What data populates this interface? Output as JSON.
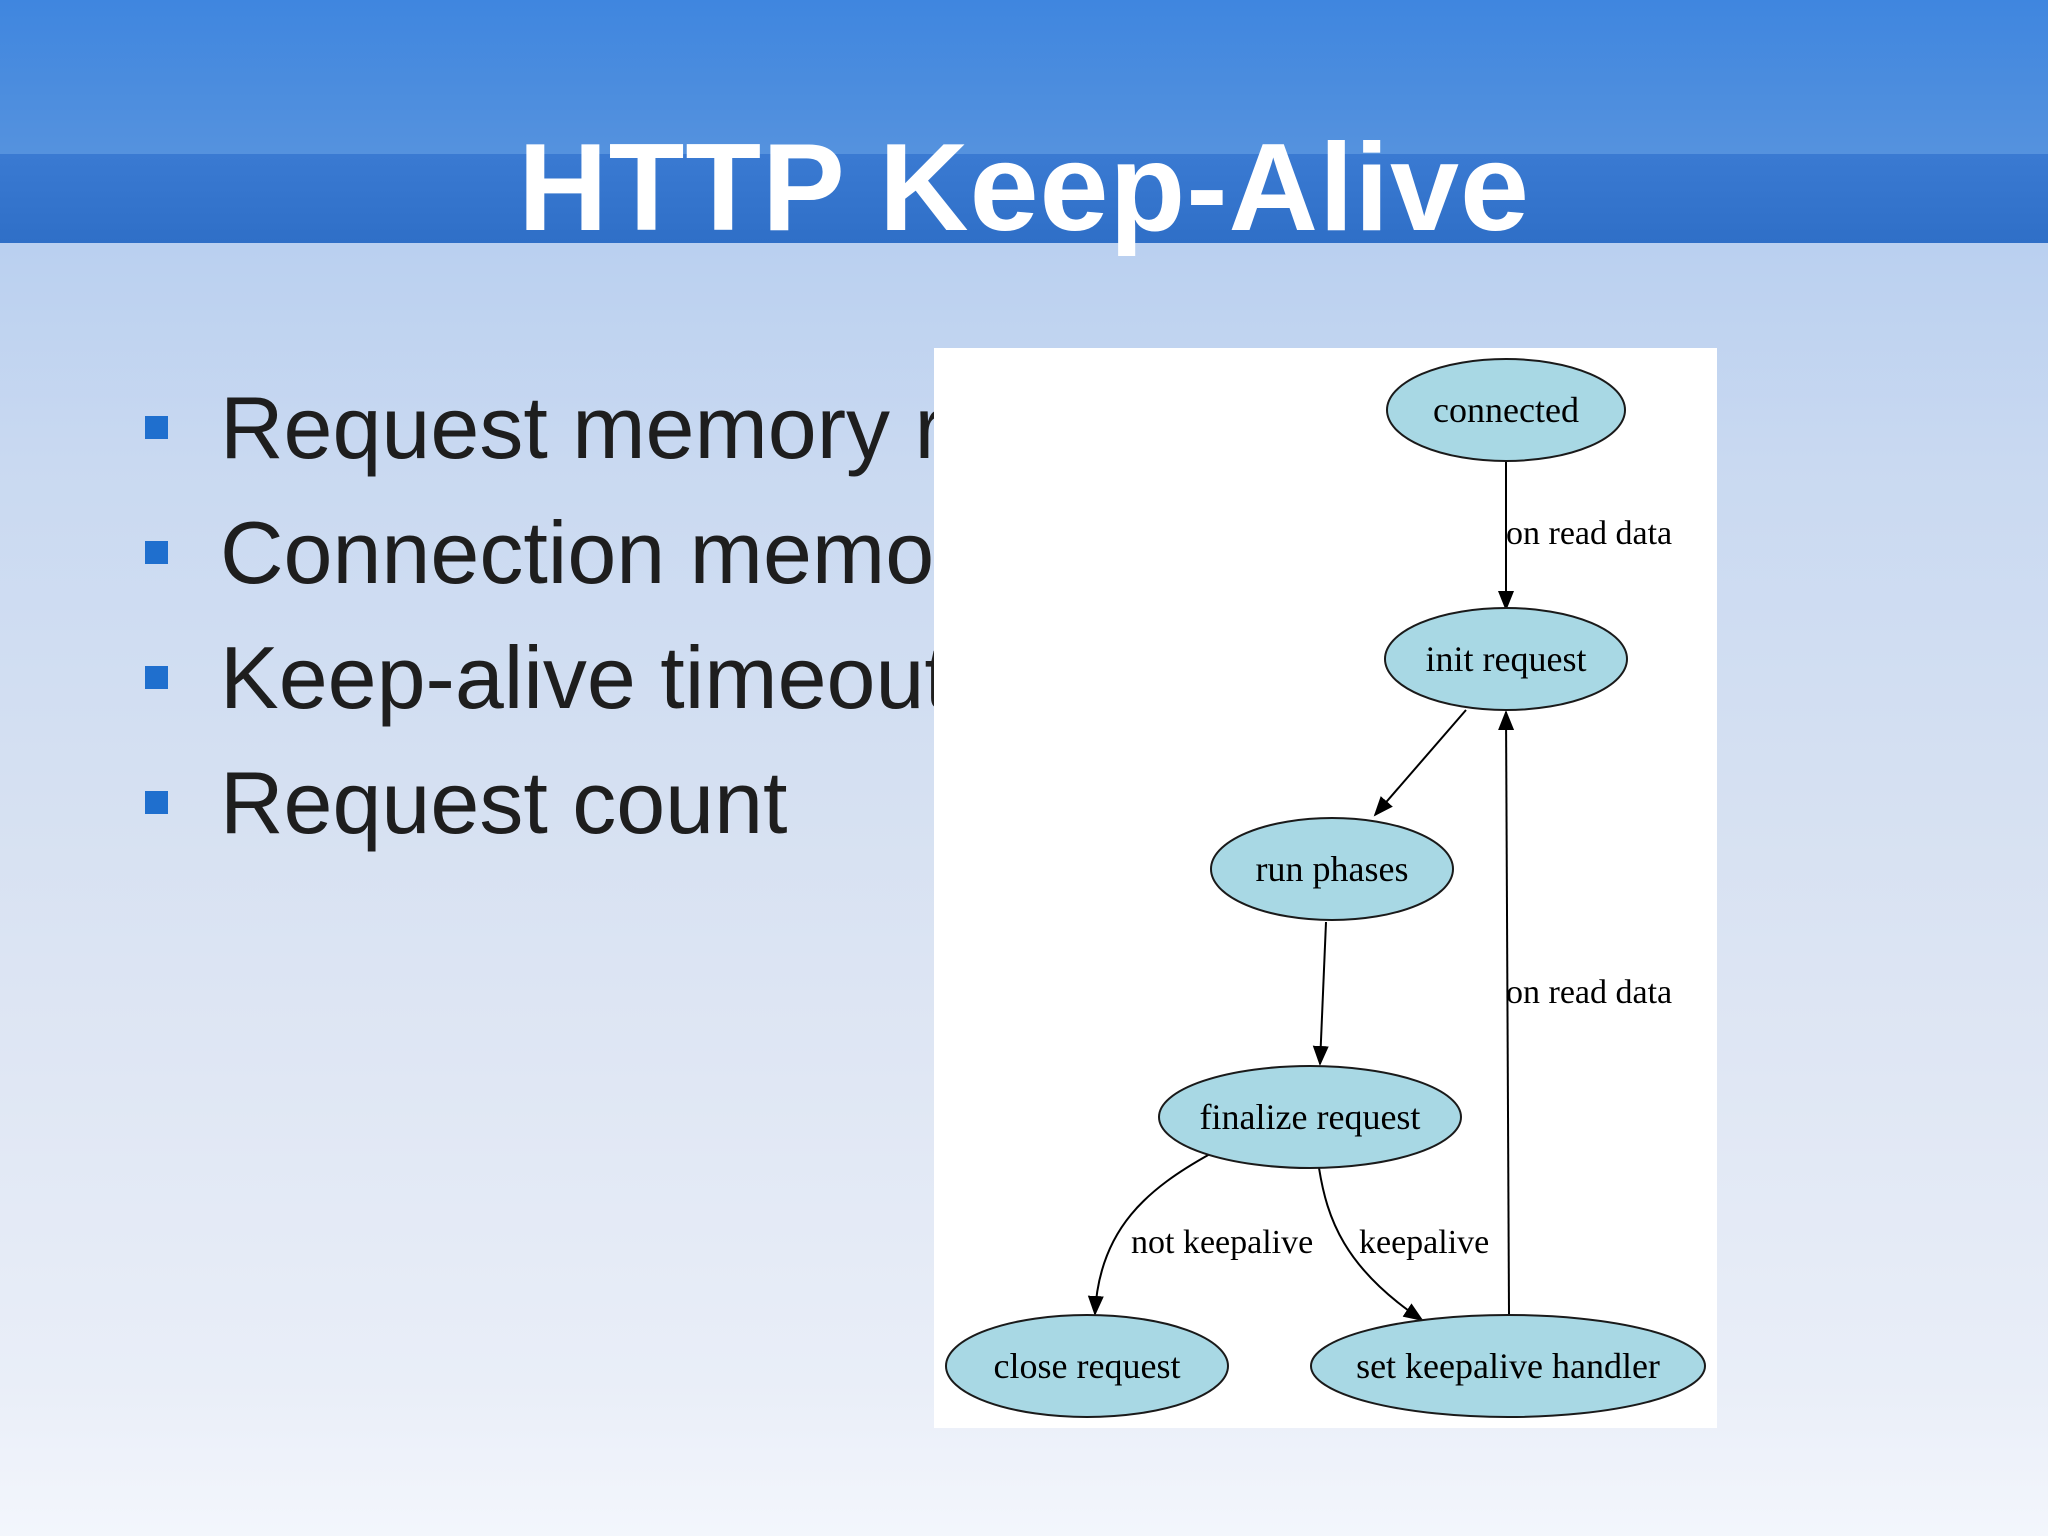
{
  "slide": {
    "title": "HTTP Keep-Alive",
    "bullets": [
      "Request memory reuse",
      "Connection memory shrink",
      "Keep-alive timeout",
      "Request count"
    ]
  },
  "diagram": {
    "nodes": {
      "connected": "connected",
      "init_request": "init request",
      "run_phases": "run phases",
      "finalize_request": "finalize request",
      "close_request": "close request",
      "set_keepalive_handler": "set keepalive handler"
    },
    "edges": {
      "connected_to_init": "on read data",
      "handler_to_init": "on read data",
      "finalize_to_close": "not keepalive",
      "finalize_to_handler": "keepalive"
    },
    "colors": {
      "node_fill": "#a8d8e4",
      "node_stroke": "#1a1a1a",
      "edge": "#000000"
    }
  }
}
